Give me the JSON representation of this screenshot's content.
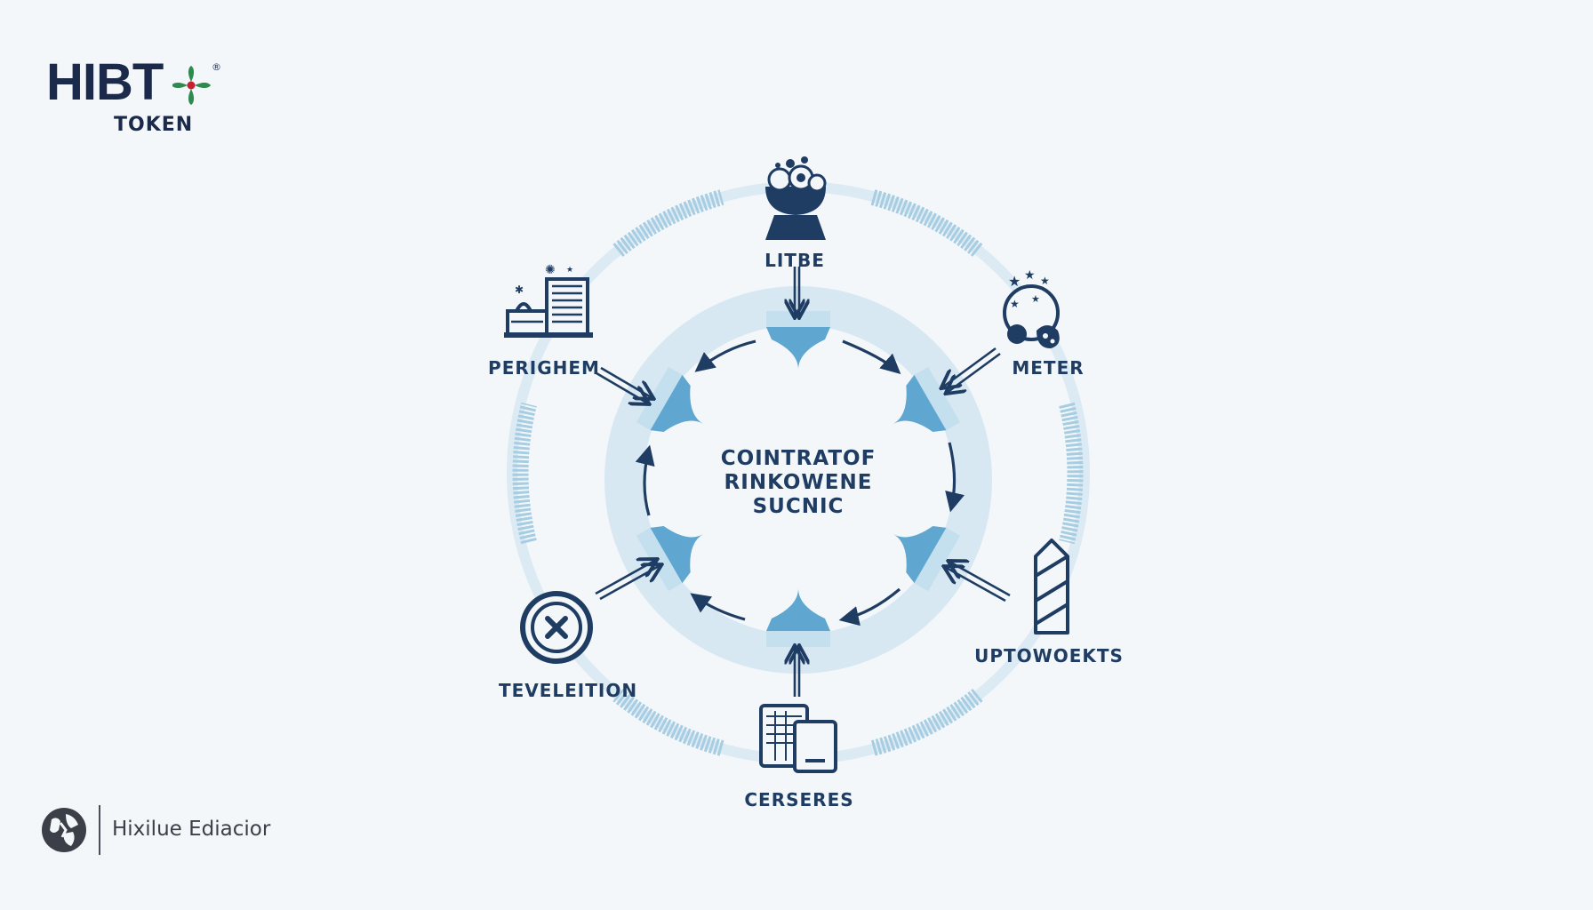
{
  "logo": {
    "main": "HIBT",
    "sub": "TOKEN",
    "registered": "®"
  },
  "diagram": {
    "center_lines": [
      "COINTRATOF",
      "RINKOWENE",
      "SUCNIC"
    ],
    "nodes": [
      {
        "label": "LITBE",
        "icon": "cauldron-icon"
      },
      {
        "label": "METER",
        "icon": "moon-stars-icon"
      },
      {
        "label": "UPTOWOEKTS",
        "icon": "crystal-icon"
      },
      {
        "label": "CERSERES",
        "icon": "documents-icon"
      },
      {
        "label": "TEVELEITION",
        "icon": "close-circle-icon"
      },
      {
        "label": "PERIGHEM",
        "icon": "buildings-icon"
      }
    ]
  },
  "footer": {
    "text": "Hixilue Ediacior",
    "icon": "globe-icon"
  },
  "colors": {
    "navy": "#1f3c63",
    "accent": "#5fa7d0",
    "ring": "#d7e8f3",
    "background": "#f3f7fa"
  }
}
